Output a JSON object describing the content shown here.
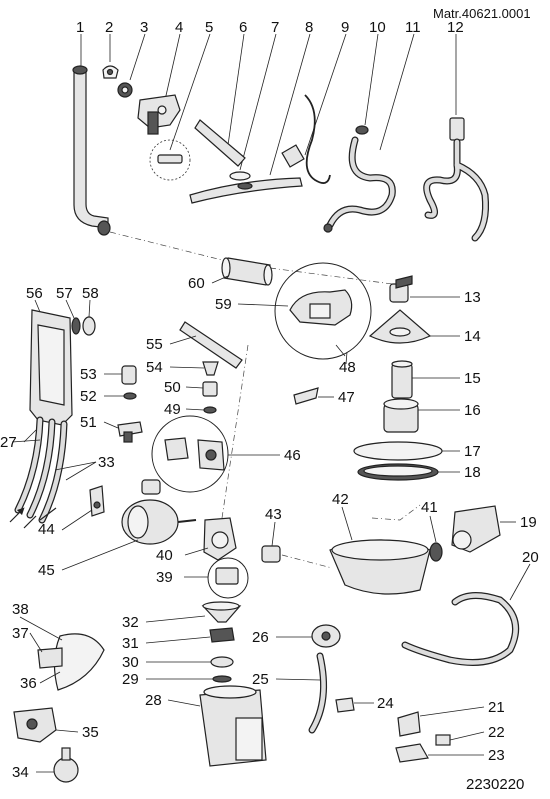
{
  "header": {
    "matr_code": "Matr.40621.0001"
  },
  "footer": {
    "drawing_code": "2230220"
  },
  "labels": [
    "1",
    "2",
    "3",
    "4",
    "5",
    "6",
    "7",
    "8",
    "9",
    "10",
    "11",
    "12",
    "13",
    "14",
    "15",
    "16",
    "17",
    "18",
    "19",
    "20",
    "21",
    "22",
    "23",
    "24",
    "25",
    "26",
    "27",
    "28",
    "29",
    "30",
    "31",
    "32",
    "33",
    "34",
    "35",
    "36",
    "37",
    "38",
    "39",
    "40",
    "41",
    "42",
    "43",
    "44",
    "45",
    "46",
    "47",
    "48",
    "49",
    "50",
    "51",
    "52",
    "53",
    "54",
    "55",
    "56",
    "57",
    "58",
    "59",
    "60"
  ]
}
